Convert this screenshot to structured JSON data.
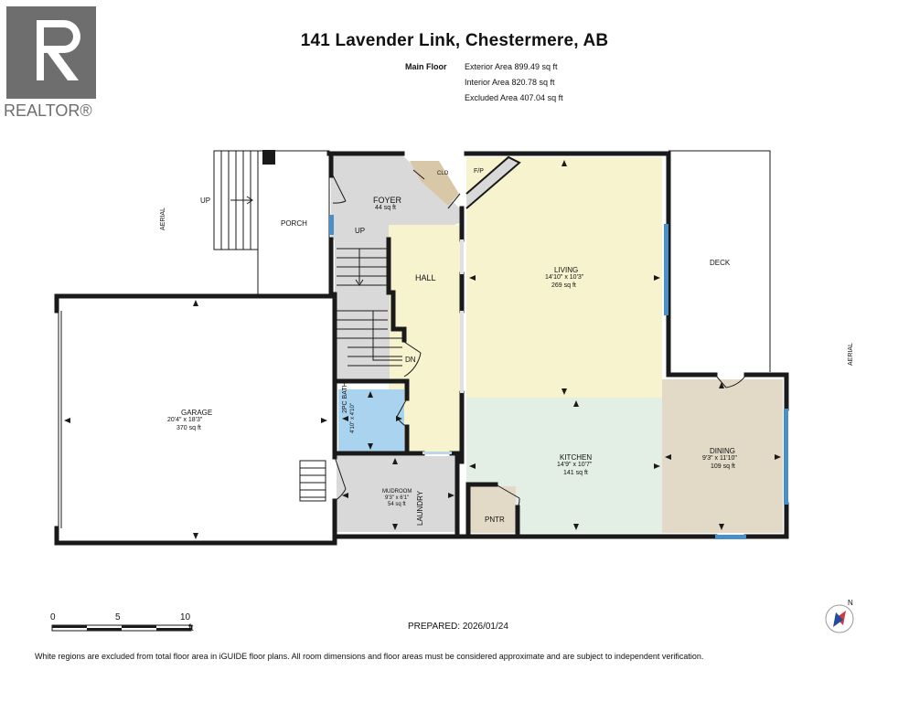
{
  "brand": {
    "logo_text": "REALTOR®",
    "color": "#6e6e6e"
  },
  "header": {
    "title": "141 Lavender Link, Chestermere, AB",
    "floor_label": "Main Floor",
    "areas": [
      "Exterior Area 899.49 sq ft",
      "Interior Area 820.78 sq ft",
      "Excluded Area 407.04 sq ft"
    ]
  },
  "rooms": {
    "foyer": {
      "name": "FOYER",
      "size": "44 sq ft",
      "color": "#d9d9d9"
    },
    "clo": {
      "name": "CLO",
      "color": "#d8c8a8"
    },
    "fp": {
      "name": "F/P"
    },
    "hall": {
      "name": "HALL",
      "color": "#f7f3cf"
    },
    "living": {
      "name": "LIVING",
      "dims": "14'10\" x 10'3\"",
      "size": "269 sq ft",
      "color": "#f7f3cf"
    },
    "kitchen": {
      "name": "KITCHEN",
      "dims": "14'9\" x 10'7\"",
      "size": "141 sq ft",
      "color": "#e3eee5"
    },
    "dining": {
      "name": "DINING",
      "dims": "9'3\" x 11'10\"",
      "size": "109 sq ft",
      "color": "#e2d9c7"
    },
    "garage": {
      "name": "GARAGE",
      "dims": "20'4\" x 18'3\"",
      "size": "370 sq ft"
    },
    "bath": {
      "name": "2PC BATH",
      "dims": "4'10\" x 4'10\"",
      "color": "#a9d3ee"
    },
    "mudroom": {
      "name": "MUDROOM",
      "dims": "9'3\" x 6'1\"",
      "size": "54 sq ft",
      "color": "#d9d9d9"
    },
    "laundry": {
      "name": "LAUNDRY"
    },
    "pntr": {
      "name": "PNTR",
      "color": "#e2d9c7"
    },
    "porch": {
      "name": "PORCH"
    },
    "deck": {
      "name": "DECK"
    }
  },
  "labels": {
    "up_porch": "UP",
    "up_stair": "UP",
    "dn": "DN",
    "aerial_left": "AERIAL",
    "aerial_right": "AERIAL"
  },
  "scale": {
    "ticks": [
      "0",
      "5",
      "10"
    ],
    "unit": "ft"
  },
  "prepared": "PREPARED: 2026/01/24",
  "compass": {
    "letter": "N"
  },
  "footer": "White regions are excluded from total floor area in iGUIDE floor plans. All room dimensions and floor areas must be considered approximate and are subject to independent verification.",
  "colors": {
    "wall": "#1a1a1a",
    "window": "#4a90c8",
    "grey_room": "#d9d9d9"
  }
}
